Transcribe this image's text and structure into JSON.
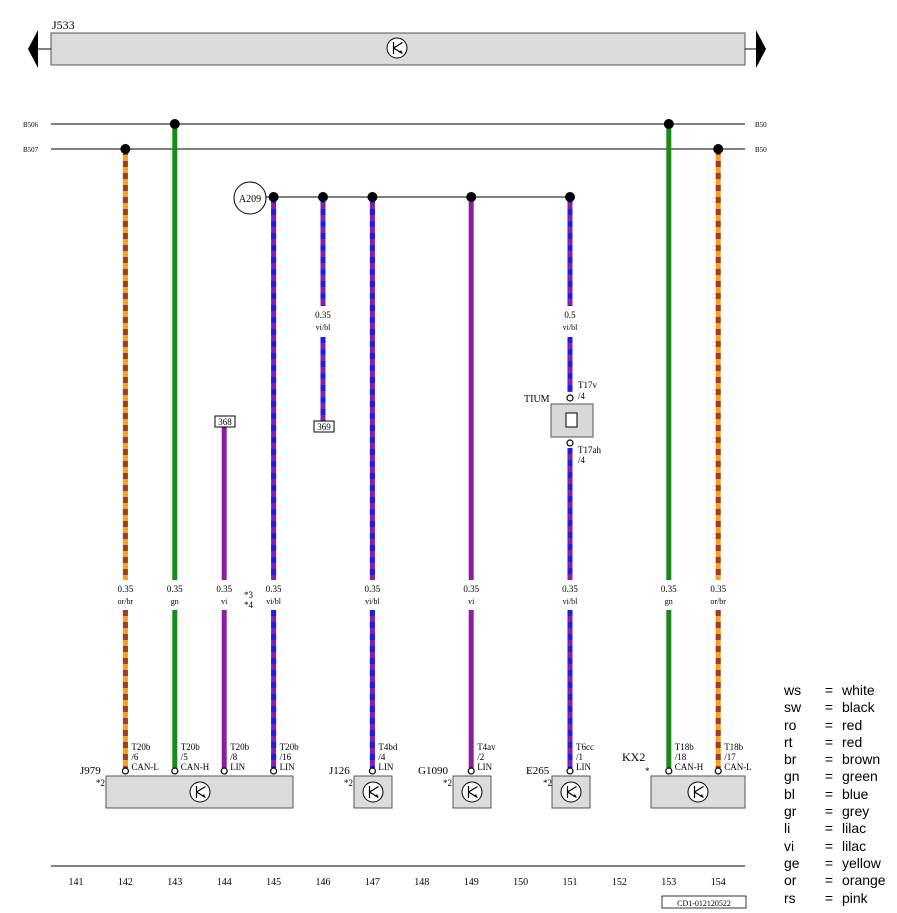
{
  "header": {
    "title": "J533"
  },
  "rails": [
    {
      "left": "B506",
      "right": "B50"
    },
    {
      "left": "B507",
      "right": "B50"
    }
  ],
  "splice": "A209",
  "colors": {
    "or": "#f5a020",
    "br": "#a0392e",
    "gn": "#1b8a1b",
    "vi": "#8b1fa0",
    "bl": "#1e1ee8"
  },
  "wires": [
    {
      "col": 142,
      "size": "0.35",
      "color": "or/br",
      "pin": "T20b",
      "pin_num": "/6",
      "signal": "CAN-L"
    },
    {
      "col": 143,
      "size": "0.35",
      "color": "gn",
      "pin": "T20b",
      "pin_num": "/5",
      "signal": "CAN-H"
    },
    {
      "col": 144,
      "size": "0.35",
      "color": "vi",
      "pin": "T20b",
      "pin_num": "/8",
      "signal": "LIN"
    },
    {
      "col": 145,
      "size": "0.35",
      "color": "vi/bl",
      "pin": "T20b",
      "pin_num": "/16",
      "signal": "LIN"
    },
    {
      "col": 147,
      "size": "0.35",
      "color": "vi/bl",
      "pin": "T4bd",
      "pin_num": "/4",
      "signal": "LIN"
    },
    {
      "col": 149,
      "size": "0.35",
      "color": "vi",
      "pin": "T4av",
      "pin_num": "/2",
      "signal": "LIN"
    },
    {
      "col": 151,
      "size": "0.35",
      "color": "vi/bl",
      "pin": "T6cc",
      "pin_num": "/1",
      "signal": "LIN"
    },
    {
      "col": 153,
      "size": "0.35",
      "color": "gn",
      "pin": "T18b",
      "pin_num": "/18",
      "signal": "CAN-H"
    },
    {
      "col": 154,
      "size": "0.35",
      "color": "or/br",
      "pin": "T18b",
      "pin_num": "/17",
      "signal": "CAN-L"
    }
  ],
  "upper_labels": [
    {
      "col": 146,
      "size": "0.35",
      "color": "vi/bl"
    },
    {
      "col": 151,
      "size": "0.5",
      "color": "vi/bl"
    }
  ],
  "refs": [
    {
      "col": 144,
      "label": "368"
    },
    {
      "col": 146,
      "label": "369"
    }
  ],
  "notes": {
    "n1": "*3",
    "n2": "*4"
  },
  "connector": {
    "name": "TIUM",
    "top_pin": "T17v",
    "top_num": "/4",
    "bottom_pin": "T17ah",
    "bottom_num": "/4"
  },
  "components": [
    {
      "name": "J979",
      "star": "*2"
    },
    {
      "name": "J126",
      "star": "*2"
    },
    {
      "name": "G1090",
      "star": "*2"
    },
    {
      "name": "E265",
      "star": "*2"
    },
    {
      "name": "KX2",
      "star": "*"
    }
  ],
  "columns": [
    141,
    142,
    143,
    144,
    145,
    146,
    147,
    148,
    149,
    150,
    151,
    152,
    153,
    154
  ],
  "doc_id": "CD1-012120522",
  "legend": [
    {
      "code": "ws",
      "name": "white"
    },
    {
      "code": "sw",
      "name": "black"
    },
    {
      "code": "ro",
      "name": "red"
    },
    {
      "code": "rt",
      "name": "red"
    },
    {
      "code": "br",
      "name": "brown"
    },
    {
      "code": "gn",
      "name": "green"
    },
    {
      "code": "bl",
      "name": "blue"
    },
    {
      "code": "gr",
      "name": "grey"
    },
    {
      "code": "li",
      "name": "lilac"
    },
    {
      "code": "vi",
      "name": "lilac"
    },
    {
      "code": "ge",
      "name": "yellow"
    },
    {
      "code": "or",
      "name": "orange"
    },
    {
      "code": "rs",
      "name": "pink"
    }
  ]
}
